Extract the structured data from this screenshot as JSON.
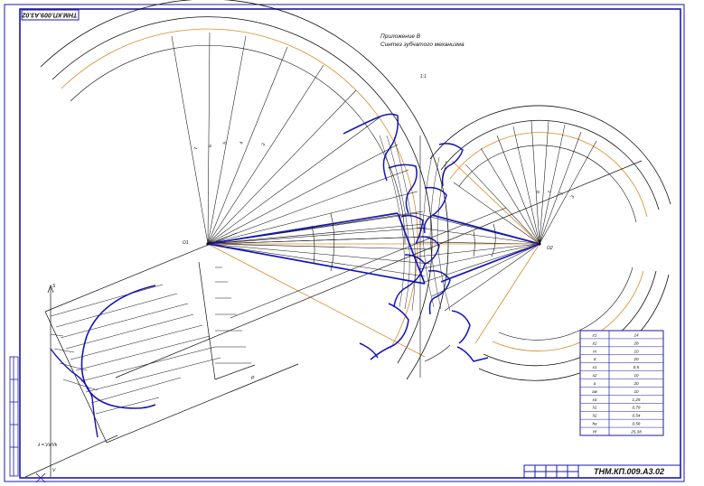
{
  "drawing": {
    "corner_code": "ТНМ.КП.009.А3.02",
    "title_line1": "Приложение В",
    "title_line2": "Синтез зубчатого механизма",
    "scale_mark": "1:1",
    "stamp_code": "ТНМ.КП.009.А3.02"
  },
  "point_labels": {
    "o1": "O1",
    "o2": "O2",
    "p": "P",
    "s_axis": "S",
    "v_axis": "V",
    "formula": "λ = Vs/Vk"
  },
  "params_table": {
    "rows": [
      [
        "z1",
        "14"
      ],
      [
        "z2",
        "28"
      ],
      [
        "m",
        "10"
      ],
      [
        "α",
        "20"
      ],
      [
        "x1",
        "0,5"
      ],
      [
        "x2",
        "10"
      ],
      [
        "a",
        "20"
      ],
      [
        "aw",
        "10"
      ],
      [
        "εα",
        "1,25"
      ],
      [
        "λ1",
        "0,79"
      ],
      [
        "λ2",
        "0,54"
      ],
      [
        "ha",
        "0,58"
      ],
      [
        "hf",
        "25,38"
      ]
    ]
  },
  "colors": {
    "frame": "#1a1aa8",
    "profile": "#1515b8",
    "pitch": "#d98a2b",
    "construction": "#111111"
  }
}
